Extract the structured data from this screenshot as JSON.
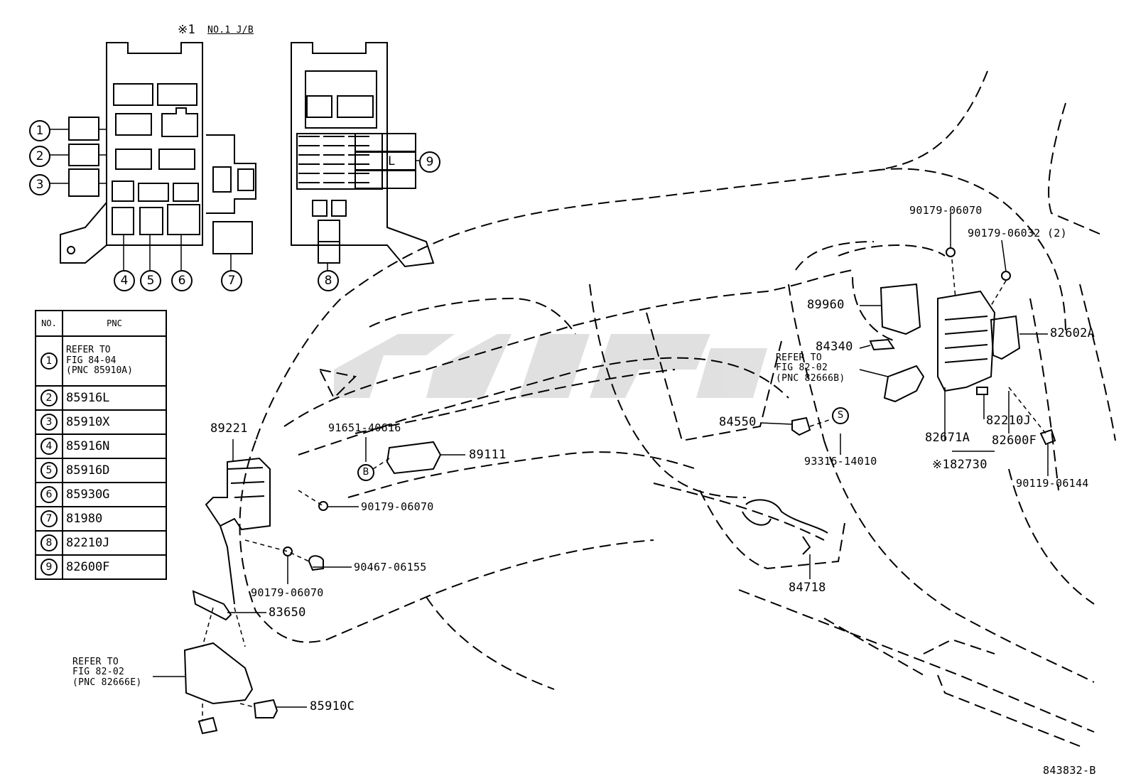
{
  "header": {
    "ref_mark": "※1",
    "jb_label": "NO.1 J/B"
  },
  "table": {
    "col_no": "NO.",
    "col_pnc": "PNC",
    "rows": [
      {
        "no": "1",
        "pnc": "REFER TO\nFIG 84-04\n(PNC 85910A)"
      },
      {
        "no": "2",
        "pnc": "85916L"
      },
      {
        "no": "3",
        "pnc": "85910X"
      },
      {
        "no": "4",
        "pnc": "85916N"
      },
      {
        "no": "5",
        "pnc": "85916D"
      },
      {
        "no": "6",
        "pnc": "85930G"
      },
      {
        "no": "7",
        "pnc": "81980"
      },
      {
        "no": "8",
        "pnc": "82210J"
      },
      {
        "no": "9",
        "pnc": "82600F"
      }
    ]
  },
  "jb_callouts": [
    "1",
    "2",
    "3",
    "4",
    "5",
    "6",
    "7",
    "8",
    "9"
  ],
  "jb_letter": "L",
  "parts": {
    "p89221": "89221",
    "p91651": "91651-40616",
    "p89111": "89111",
    "p90179a": "90179-06070",
    "p90467": "90467-06155",
    "p90179b": "90179-06070",
    "p83650": "83650",
    "ref_e": "REFER TO\nFIG 82-02\n(PNC 82666E)",
    "p85910c": "85910C",
    "p89960": "89960",
    "p84340": "84340",
    "ref_b": "REFER TO\nFIG 82-02\n(PNC 82666B)",
    "p84550": "84550",
    "p93316": "93316-14010",
    "p84718": "84718",
    "p90179c": "90179-06070",
    "p90179d": "90179-06032 (2)",
    "p82602a": "82602A",
    "p82210j": "82210J",
    "p82671a": "82671A",
    "p82600f": "82600F",
    "p182730": "※182730",
    "p90119": "90119-06144",
    "fig_id": "843832-B",
    "mark_b": "B",
    "mark_s": "S"
  }
}
